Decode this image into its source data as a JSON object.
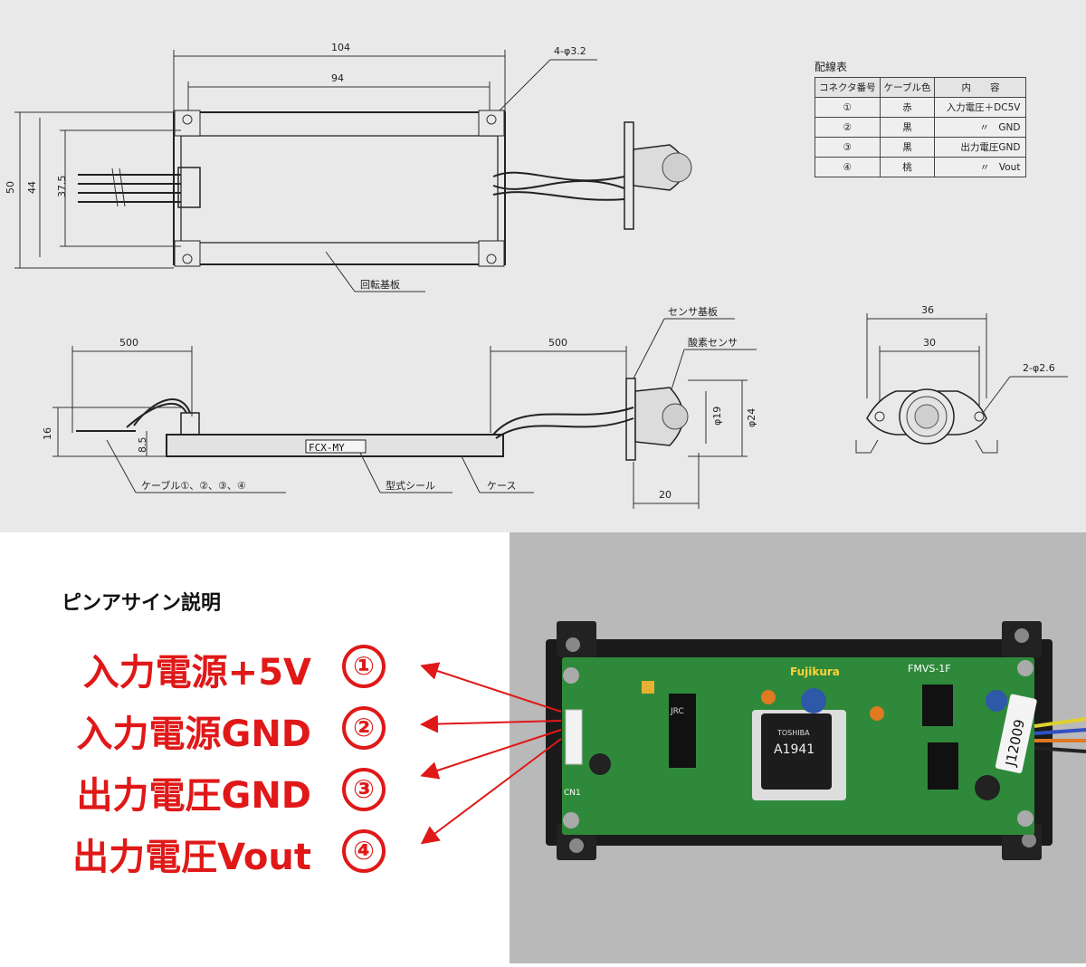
{
  "drawing": {
    "top_view": {
      "dim_overall_width": "104",
      "dim_hole_pitch": "94",
      "dim_holes": "4-φ3.2",
      "dim_height_overall": "50",
      "dim_height_inner": "44",
      "dim_height_pitch": "37.5",
      "label_board": "回転基板"
    },
    "side_view": {
      "dim_cable_left": "500",
      "dim_cable_right": "500",
      "dim_height": "16",
      "dim_case_height": "8.5",
      "dim_sensor_inner": "φ19",
      "dim_sensor_outer": "φ24",
      "dim_sensor_depth": "20",
      "model_seal_text": "FCX-MY",
      "label_cables": "ケーブル①、②、③、④",
      "label_seal": "型式シール",
      "label_case": "ケース",
      "label_sensor_board": "センサ基板",
      "label_oxygen_sensor": "酸素センサ"
    },
    "sensor_view": {
      "dim_outer": "36",
      "dim_pitch": "30",
      "dim_holes": "2-φ2.6"
    }
  },
  "wiring_table": {
    "title": "配線表",
    "headers": [
      "コネクタ番号",
      "ケーブル色",
      "内　　容"
    ],
    "rows": [
      {
        "connector": "①",
        "color": "赤",
        "content": "入力電圧＋DC5V"
      },
      {
        "connector": "②",
        "color": "黒",
        "content": "〃　GND"
      },
      {
        "connector": "③",
        "color": "黒",
        "content": "出力電圧GND"
      },
      {
        "connector": "④",
        "color": "桃",
        "content": "〃　Vout"
      }
    ]
  },
  "pin_assign": {
    "heading": "ピンアサイン説明",
    "items": [
      {
        "label": "入力電源+5V",
        "number": "①",
        "color": "#e01818"
      },
      {
        "label": "入力電源GND",
        "number": "②",
        "color": "#e01818"
      },
      {
        "label": "出力電圧GND",
        "number": "③",
        "color": "#e01818"
      },
      {
        "label": "出力電圧Vout",
        "number": "④",
        "color": "#e01818"
      }
    ]
  },
  "photo": {
    "brand": "Fujikura",
    "board_model": "FMVS-1F",
    "serial": "J12009",
    "chip_label": "A1941",
    "chip_maker": "TOSHIBA",
    "jrc_text": "JRC",
    "connector_label": "CN1"
  }
}
